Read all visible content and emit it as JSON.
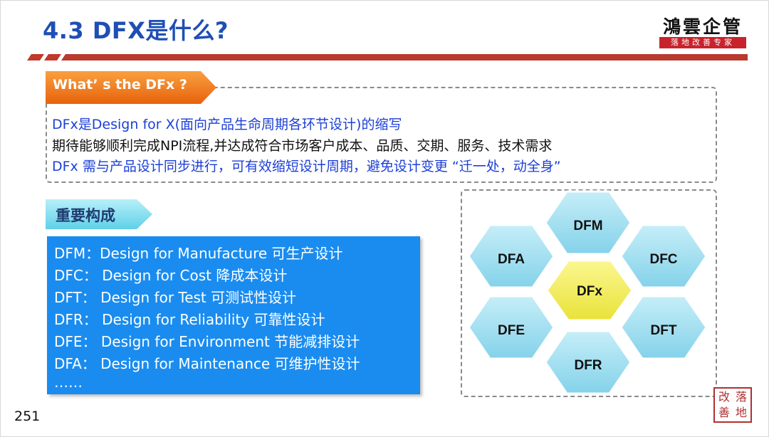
{
  "slide": {
    "title": "4.3 DFX是什么?",
    "page_number": "251"
  },
  "logo": {
    "name": "鴻雲企管",
    "tagline": "落地改善专家",
    "color": "#c8232c"
  },
  "whats": {
    "label": "What’ s  the DFx ?",
    "lines": [
      "DFx是Design for X(面向产品生命周期各环节设计)的缩写",
      "期待能够顺利完成NPI流程,并达成符合市场客户成本、品质、交期、服务、技术需求",
      "DFx 需与产品设计同步进行，可有效缩短设计周期，避免设计变更 “迁一处，动全身”"
    ]
  },
  "composition": {
    "label": "重要构成",
    "items": [
      "DFM：Design for Manufacture 可生产设计",
      "DFC：  Design for Cost 降成本设计",
      "DFT：  Design for Test 可测试性设计",
      "DFR：  Design for Reliability 可靠性设计",
      "DFE：  Design for Environment 节能减排设计",
      "DFA：  Design for Maintenance 可维护性设计",
      "……"
    ]
  },
  "hexagons": {
    "center": "DFx",
    "top": "DFM",
    "upper_left": "DFA",
    "upper_right": "DFC",
    "lower_left": "DFE",
    "lower_right": "DFT",
    "bottom": "DFR"
  },
  "seal": {
    "chars": [
      "改",
      "落",
      "善",
      "地"
    ]
  },
  "colors": {
    "title": "#1f4fb5",
    "orange_tag": "#f07a1a",
    "cyan_tag": "#7fe0f0",
    "panel_blue": "#1a8cf0",
    "hex_outer": "#9bdff0",
    "hex_center": "#f2ee50"
  }
}
